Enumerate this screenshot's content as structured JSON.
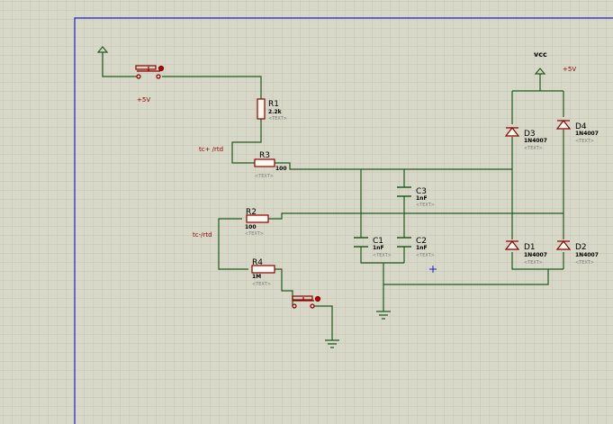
{
  "colors": {
    "background": "#d8d8c8",
    "grid": "#c4c4b3",
    "sheet_border": "#2020c0",
    "wire": "#1f5a1f",
    "component": "#8b0000",
    "label_red": "#8b0000",
    "text_hidden": "#7a7a7a"
  },
  "power": {
    "vcc_label": "vcc",
    "vcc_value": "+5V",
    "source_value": "+5V"
  },
  "net_labels": {
    "tc_plus": "tc+ /rtd",
    "tc_minus": "tc-/rtd"
  },
  "resistors": {
    "r1": {
      "ref": "R1",
      "value": "2.2k",
      "text": "<TEXT>"
    },
    "r2": {
      "ref": "R2",
      "value": "100",
      "text": "<TEXT>"
    },
    "r3": {
      "ref": "R3",
      "value": "100",
      "text": "<TEXT>"
    },
    "r4": {
      "ref": "R4",
      "value": "1M",
      "text": "<TEXT>"
    }
  },
  "capacitors": {
    "c1": {
      "ref": "C1",
      "value": "1nF",
      "text": "<TEXT>"
    },
    "c2": {
      "ref": "C2",
      "value": "1nF",
      "text": "<TEXT>"
    },
    "c3": {
      "ref": "C3",
      "value": "1nF",
      "text": "<TEXT>"
    }
  },
  "diodes": {
    "d1": {
      "ref": "D1",
      "value": "1N4007",
      "text": "<TEXT>"
    },
    "d2": {
      "ref": "D2",
      "value": "1N4007",
      "text": "<TEXT>"
    },
    "d3": {
      "ref": "D3",
      "value": "1N4007",
      "text": "<TEXT>"
    },
    "d4": {
      "ref": "D4",
      "value": "1N4007",
      "text": "<TEXT>"
    }
  },
  "icons": [
    "power-terminal-icon",
    "push-button-switch-icon",
    "ground-icon",
    "cursor-cross-icon"
  ]
}
